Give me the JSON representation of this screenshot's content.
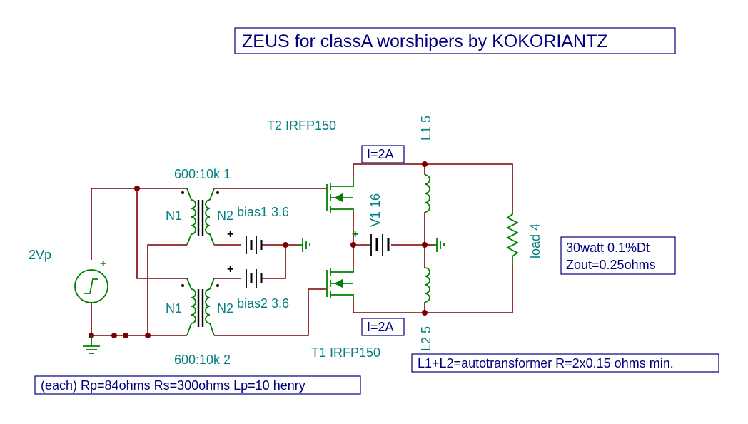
{
  "title": "ZEUS for classA worshipers by KOKORIANTZ",
  "labels": {
    "t2": "T2 IRFP150",
    "t1": "T1 IRFP150",
    "l1": "L1 5",
    "l2": "L2 5",
    "v1": "V1 16",
    "load": "load 4",
    "xfmr1": "600:10k 1",
    "xfmr2": "600:10k 2",
    "n1_top": "N1",
    "n2_top": "N2",
    "n1_bot": "N1",
    "n2_bot": "N2",
    "bias1": "bias1 3.6",
    "bias2": "bias2 3.6",
    "source": "2Vp",
    "plus": "+"
  },
  "notes": {
    "i_top": "I=2A",
    "i_bot": "I=2A",
    "spec_line1": "30watt 0.1%Dt",
    "spec_line2": "Zout=0.25ohms",
    "autotransformer": "L1+L2=autotransformer R=2x0.15 ohms min.",
    "xfmr_params": "(each) Rp=84ohms Rs=300ohms Lp=10  henry"
  },
  "colors": {
    "wire": "#7a0000",
    "component": "#008000",
    "label": "#008080",
    "note": "#00007f"
  }
}
